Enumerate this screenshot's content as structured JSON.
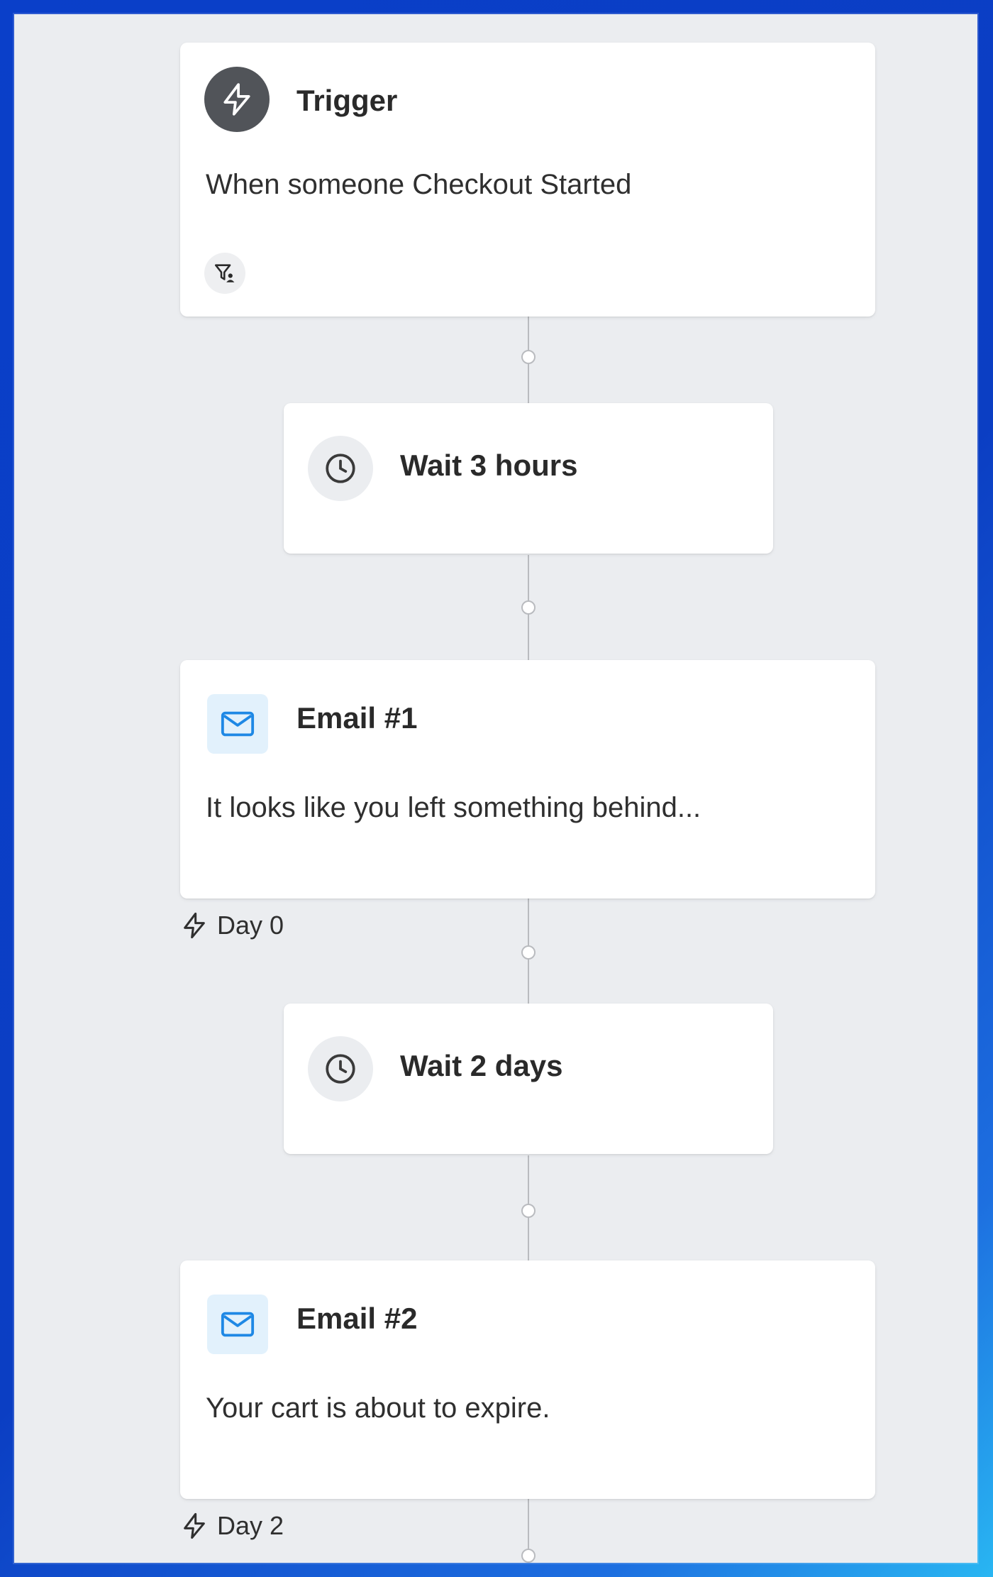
{
  "trigger": {
    "title": "Trigger",
    "description": "When someone Checkout Started",
    "icon": "lightning-bolt-icon",
    "filter_icon": "filter-person-icon"
  },
  "wait1": {
    "title": "Wait 3 hours",
    "icon": "clock-icon"
  },
  "email1": {
    "title": "Email #1",
    "description": "It looks like you left something behind...",
    "icon": "mail-icon",
    "day_label": "Day 0"
  },
  "wait2": {
    "title": "Wait 2 days",
    "icon": "clock-icon"
  },
  "email2": {
    "title": "Email #2",
    "description": "Your cart is about to expire.",
    "icon": "mail-icon",
    "day_label": "Day 2"
  },
  "colors": {
    "canvas": "#ebedf0",
    "card": "#ffffff",
    "trigger_icon_bg": "#515459",
    "mail_icon_bg": "#e2f1fc",
    "mail_icon_stroke": "#1e88e5",
    "connector": "#b9bbbf"
  }
}
